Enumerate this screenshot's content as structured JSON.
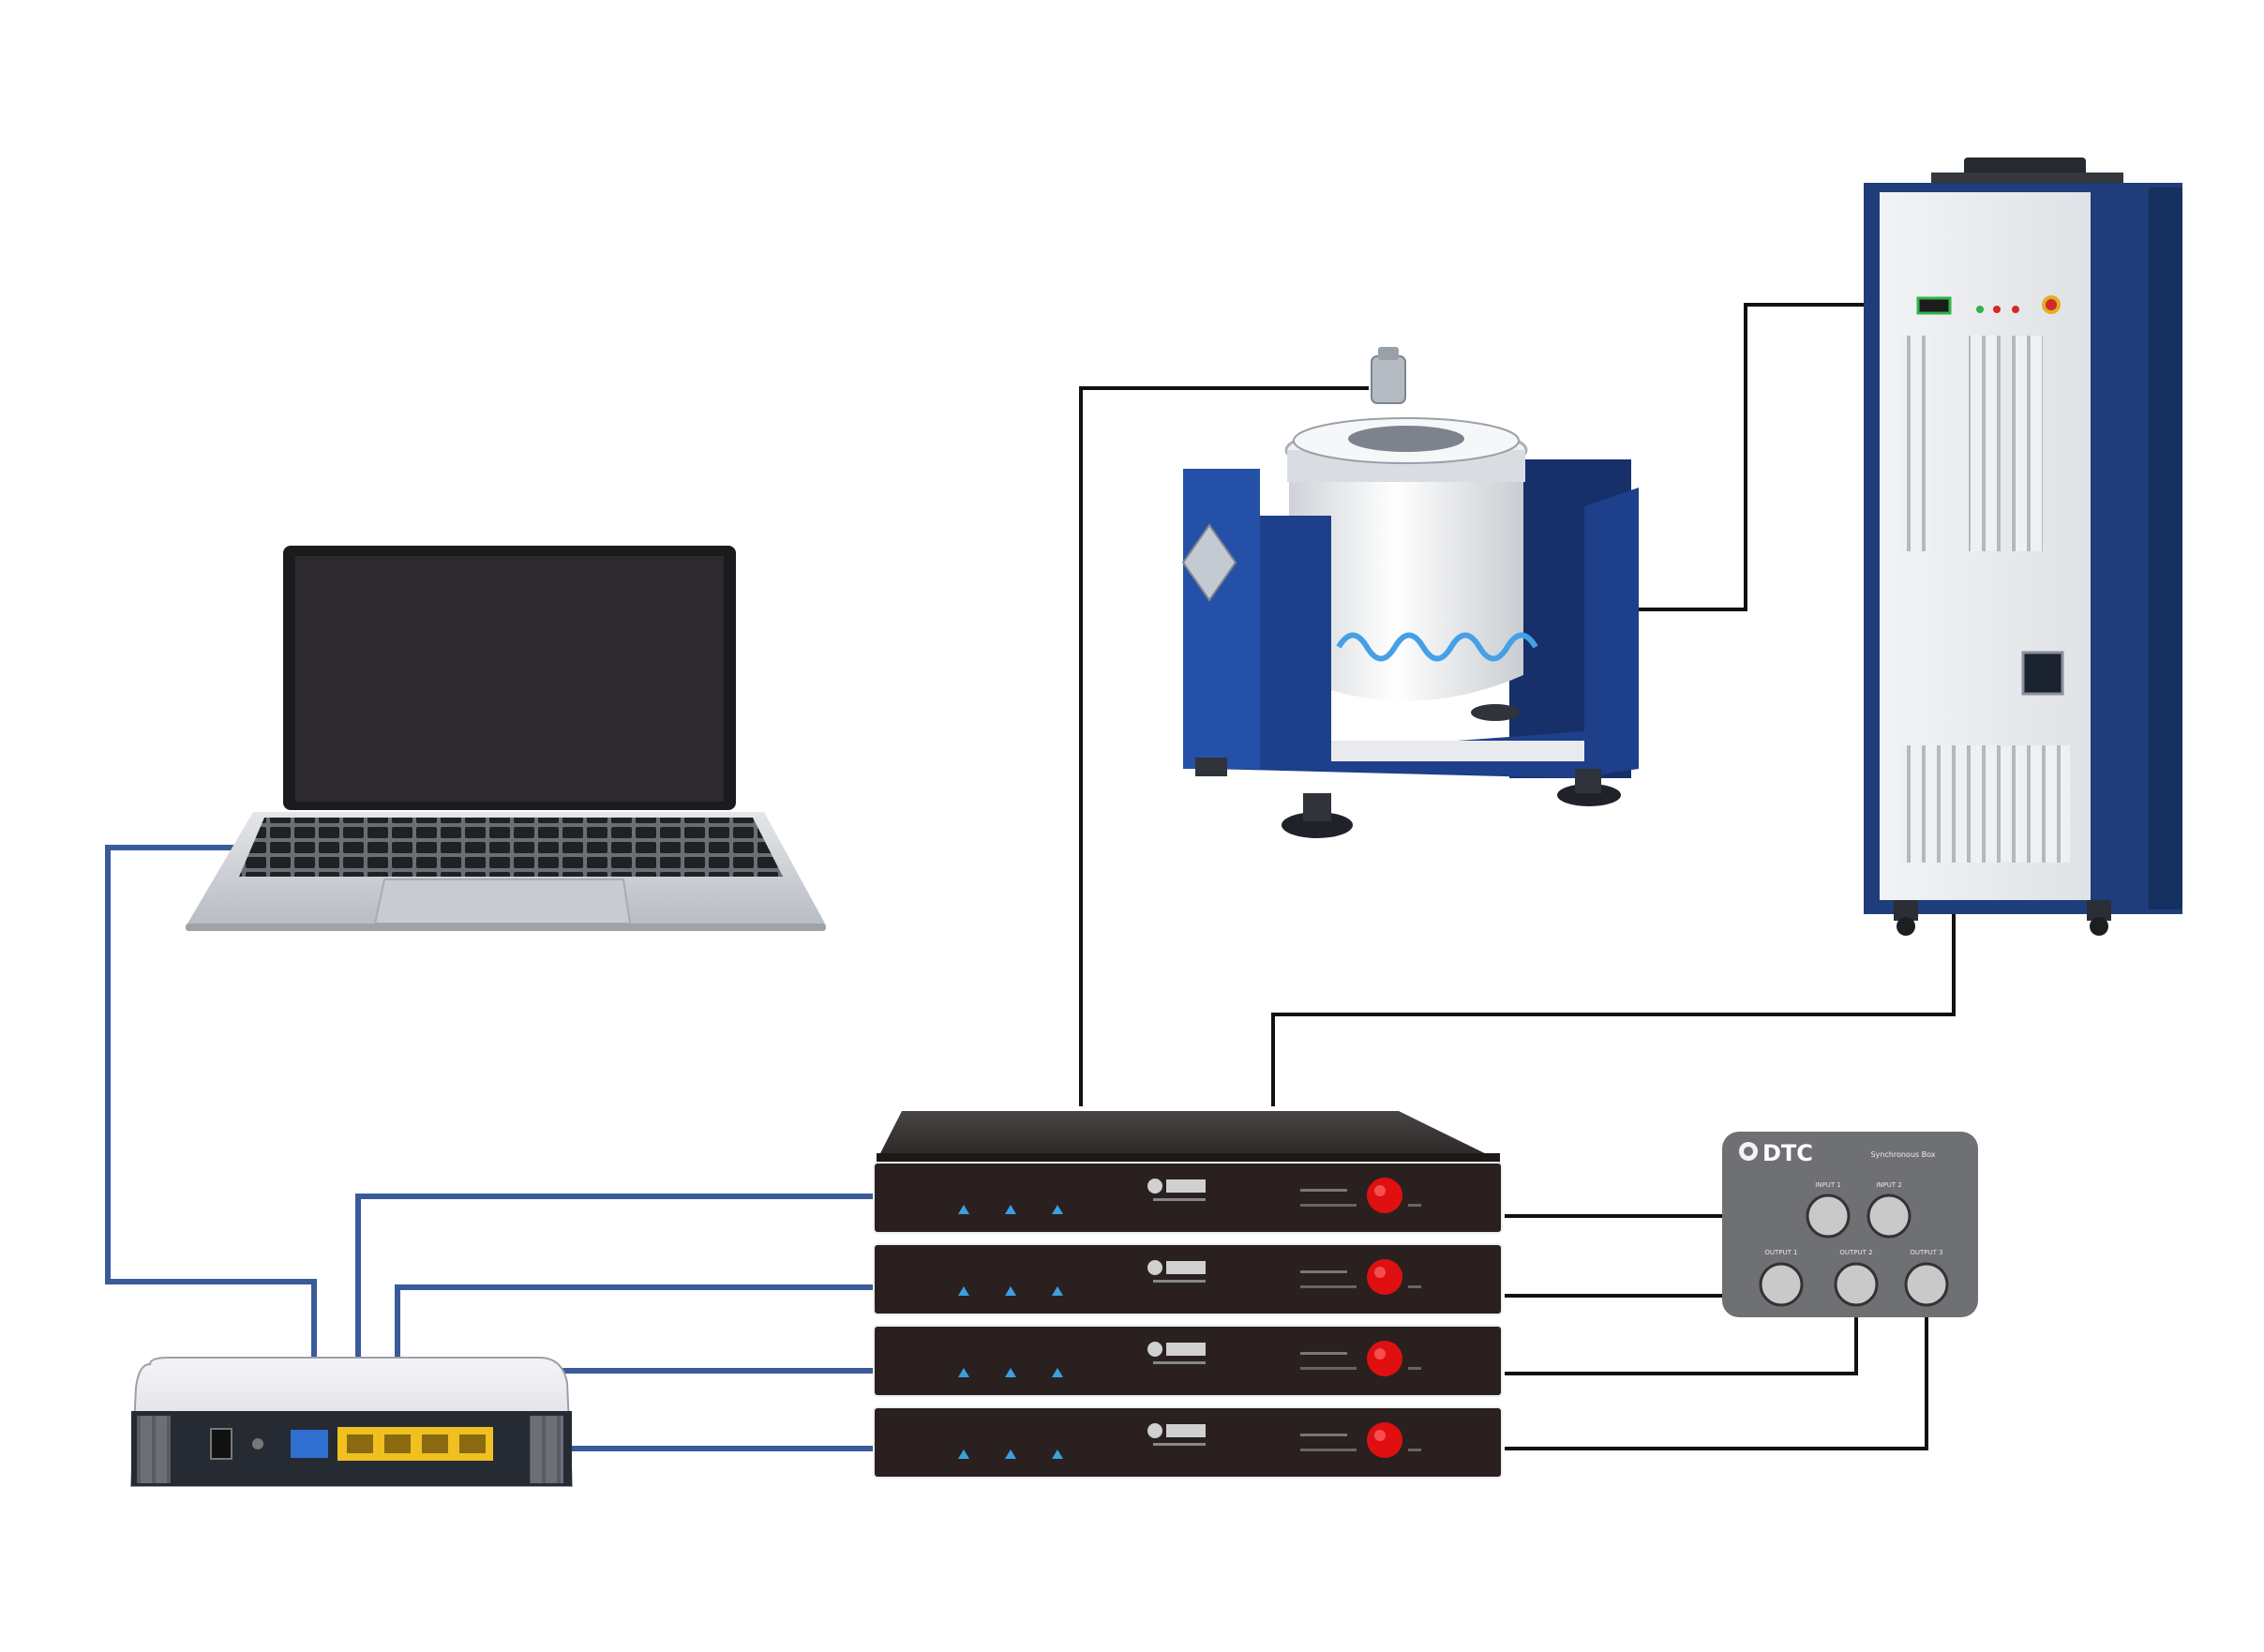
{
  "colors": {
    "background": "#ffffff",
    "ethernet_cable": "#3a5a9a",
    "signal_cable": "#111111",
    "shaker_blue": "#1e3f8a",
    "cabinet_blue": "#1f3d7a",
    "controller_body": "#2a2020",
    "router_port_yellow": "#f0c020",
    "power_button_red": "#e01010",
    "indicator_led_blue": "#3aa0e0"
  },
  "devices": {
    "laptop": {
      "icon": "laptop-icon"
    },
    "router": {
      "icon": "router-icon"
    },
    "shaker": {
      "icon": "vibration-shaker-icon"
    },
    "amplifier": {
      "icon": "power-amplifier-cabinet-icon"
    },
    "controllers": {
      "icon": "vibration-controller-icon",
      "count": 4
    },
    "sync_box": {
      "icon": "synchronization-box-icon",
      "brand": "DTC",
      "title": "Synchronous Box",
      "inputs": [
        "INPUT 1",
        "INPUT 2"
      ],
      "outputs": [
        "OUTPUT 1",
        "OUTPUT 2",
        "OUTPUT 3"
      ]
    }
  }
}
